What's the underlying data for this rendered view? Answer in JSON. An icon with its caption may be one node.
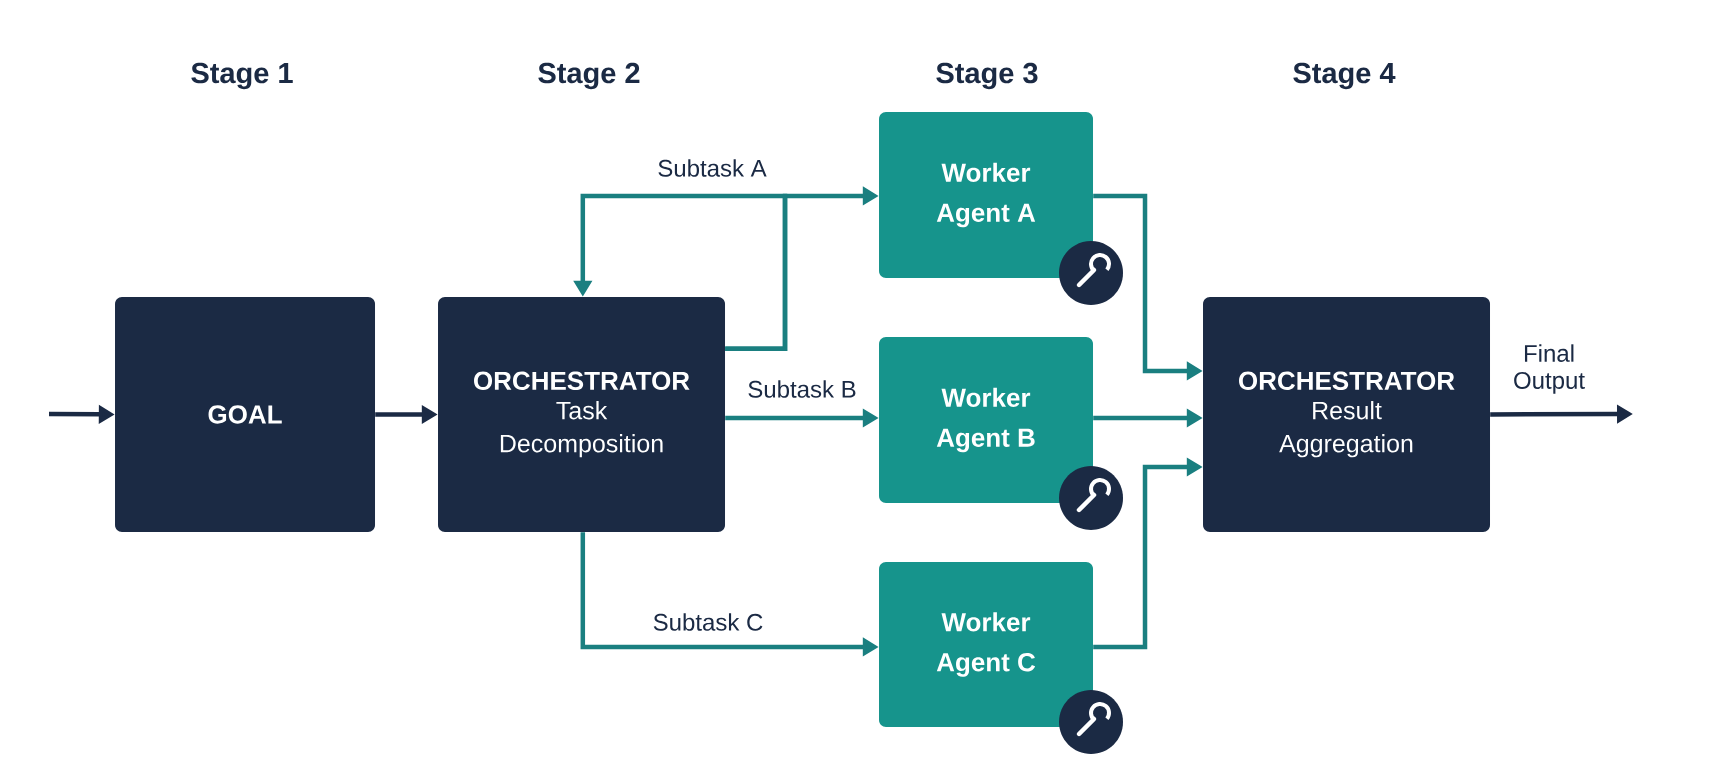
{
  "diagram": {
    "nodes": [
      {
        "text": [
          "GOAL"
        ]
      },
      {
        "text": [
          "ORCHESTRATOR",
          "Task Decomposition"
        ]
      },
      {
        "text": [
          "Worker Agent A"
        ]
      },
      {
        "text": [
          "Worker Agent B"
        ]
      },
      {
        "text": [
          "Worker Agent C"
        ]
      },
      {
        "text": [
          "ORCHESTRATOR",
          "Result Aggregation"
        ]
      }
    ],
    "edges": [
      {
        "from": null,
        "to": 0,
        "arrow": "to"
      },
      {
        "from": 0,
        "to": 1,
        "arrow": "to"
      },
      {
        "from": 1,
        "to": 2,
        "arrow": "to",
        "label": "Subtask A"
      },
      {
        "from": 1,
        "to": 1,
        "arrow": "to"
      },
      {
        "from": 1,
        "to": 3,
        "arrow": "to",
        "label": "Subtask B"
      },
      {
        "from": 1,
        "to": 4,
        "arrow": "to",
        "label": "Subtask C"
      },
      {
        "from": 2,
        "to": 5,
        "arrow": "to"
      },
      {
        "from": 3,
        "to": 5,
        "arrow": "to"
      },
      {
        "from": 4,
        "to": 5,
        "arrow": "to"
      },
      {
        "from": 5,
        "to": null,
        "arrow": "to",
        "label": "Final Output"
      }
    ],
    "labels": [
      "Stage 1",
      "Stage 2",
      "Stage 3",
      "Stage 4"
    ]
  }
}
